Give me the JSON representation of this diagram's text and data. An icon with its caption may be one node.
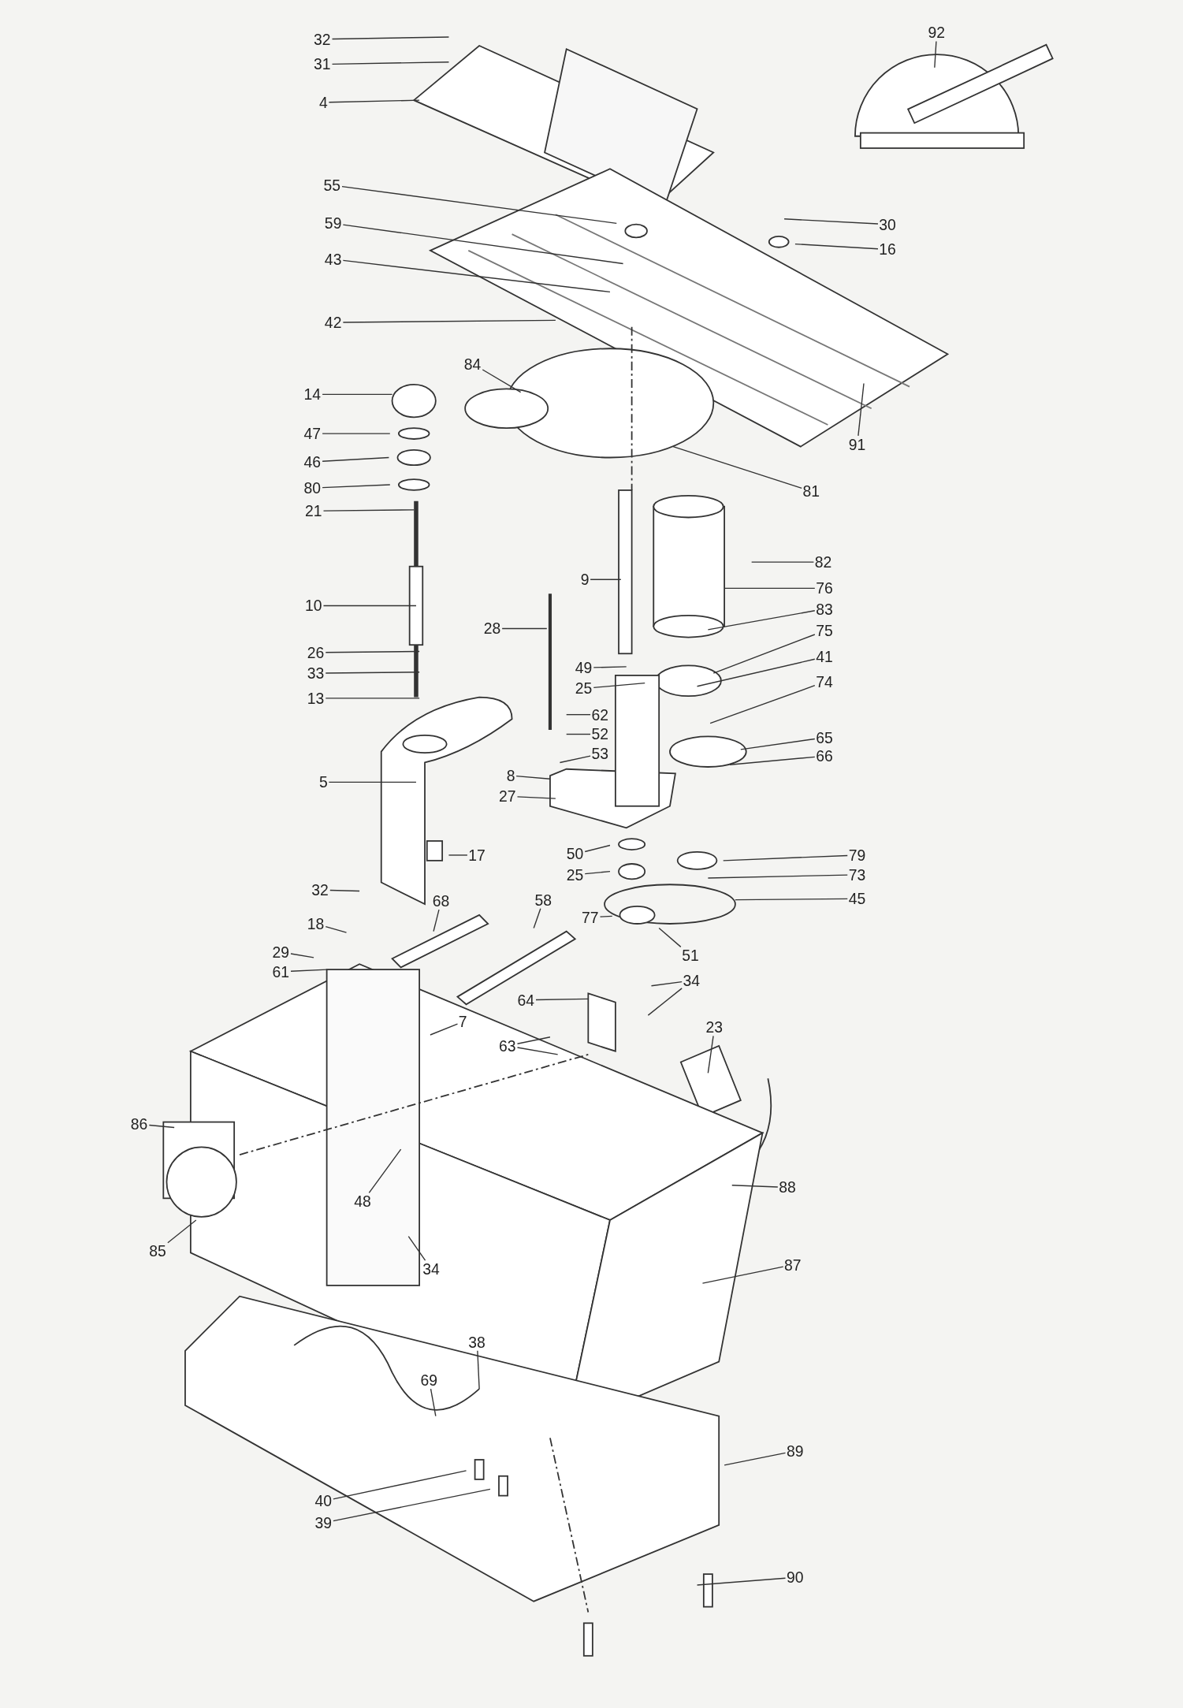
{
  "diagram": {
    "nodes": [
      {
        "text": [
          "32"
        ]
      },
      {
        "text": [
          "31"
        ]
      },
      {
        "text": [
          "4"
        ]
      },
      {
        "text": [
          "92"
        ]
      },
      {
        "text": [
          "55"
        ]
      },
      {
        "text": [
          "30"
        ]
      },
      {
        "text": [
          "59"
        ]
      },
      {
        "text": [
          "16"
        ]
      },
      {
        "text": [
          "43"
        ]
      },
      {
        "text": [
          "42"
        ]
      },
      {
        "text": [
          "84"
        ]
      },
      {
        "text": [
          "91"
        ]
      },
      {
        "text": [
          "14"
        ]
      },
      {
        "text": [
          "81"
        ]
      },
      {
        "text": [
          "47"
        ]
      },
      {
        "text": [
          "46"
        ]
      },
      {
        "text": [
          "80"
        ]
      },
      {
        "text": [
          "21"
        ]
      },
      {
        "text": [
          "82"
        ]
      },
      {
        "text": [
          "9"
        ]
      },
      {
        "text": [
          "76"
        ]
      },
      {
        "text": [
          "10"
        ]
      },
      {
        "text": [
          "28"
        ]
      },
      {
        "text": [
          "83"
        ]
      },
      {
        "text": [
          "75"
        ]
      },
      {
        "text": [
          "26"
        ]
      },
      {
        "text": [
          "49"
        ]
      },
      {
        "text": [
          "41"
        ]
      },
      {
        "text": [
          "33"
        ]
      },
      {
        "text": [
          "25"
        ]
      },
      {
        "text": [
          "13"
        ]
      },
      {
        "text": [
          "74"
        ]
      },
      {
        "text": [
          "62"
        ]
      },
      {
        "text": [
          "52"
        ]
      },
      {
        "text": [
          "65"
        ]
      },
      {
        "text": [
          "53"
        ]
      },
      {
        "text": [
          "66"
        ]
      },
      {
        "text": [
          "5"
        ]
      },
      {
        "text": [
          "8"
        ]
      },
      {
        "text": [
          "27"
        ]
      },
      {
        "text": [
          "17"
        ]
      },
      {
        "text": [
          "50"
        ]
      },
      {
        "text": [
          "79"
        ]
      },
      {
        "text": [
          "25"
        ]
      },
      {
        "text": [
          "73"
        ]
      },
      {
        "text": [
          "32"
        ]
      },
      {
        "text": [
          "45"
        ]
      },
      {
        "text": [
          "68"
        ]
      },
      {
        "text": [
          "58"
        ]
      },
      {
        "text": [
          "77"
        ]
      },
      {
        "text": [
          "51"
        ]
      },
      {
        "text": [
          "18"
        ]
      },
      {
        "text": [
          "29"
        ]
      },
      {
        "text": [
          "61"
        ]
      },
      {
        "text": [
          "34"
        ]
      },
      {
        "text": [
          "64"
        ]
      },
      {
        "text": [
          "7"
        ]
      },
      {
        "text": [
          "63"
        ]
      },
      {
        "text": [
          "23"
        ]
      },
      {
        "text": [
          "86"
        ]
      },
      {
        "text": [
          "88"
        ]
      },
      {
        "text": [
          "48"
        ]
      },
      {
        "text": [
          "85"
        ]
      },
      {
        "text": [
          "34"
        ]
      },
      {
        "text": [
          "87"
        ]
      },
      {
        "text": [
          "38"
        ]
      },
      {
        "text": [
          "69"
        ]
      },
      {
        "text": [
          "89"
        ]
      },
      {
        "text": [
          "40"
        ]
      },
      {
        "text": [
          "39"
        ]
      },
      {
        "text": [
          "90"
        ]
      }
    ],
    "edges": [
      {
        "from": 0,
        "to": null,
        "arrow": "none"
      },
      {
        "from": 1,
        "to": null,
        "arrow": "none"
      },
      {
        "from": 2,
        "to": null,
        "arrow": "none"
      },
      {
        "from": 3,
        "to": null,
        "arrow": "none"
      },
      {
        "from": 4,
        "to": null,
        "arrow": "none"
      },
      {
        "from": 5,
        "to": null,
        "arrow": "none"
      },
      {
        "from": 6,
        "to": null,
        "arrow": "none"
      },
      {
        "from": 7,
        "to": null,
        "arrow": "none"
      },
      {
        "from": 8,
        "to": null,
        "arrow": "none"
      },
      {
        "from": 9,
        "to": null,
        "arrow": "none"
      },
      {
        "from": 10,
        "to": null,
        "arrow": "none"
      },
      {
        "from": 11,
        "to": null,
        "arrow": "none"
      },
      {
        "from": 12,
        "to": null,
        "arrow": "none"
      },
      {
        "from": 13,
        "to": null,
        "arrow": "none"
      },
      {
        "from": 14,
        "to": null,
        "arrow": "none"
      },
      {
        "from": 15,
        "to": null,
        "arrow": "none"
      },
      {
        "from": 16,
        "to": null,
        "arrow": "none"
      },
      {
        "from": 17,
        "to": null,
        "arrow": "none"
      },
      {
        "from": 18,
        "to": null,
        "arrow": "none"
      },
      {
        "from": 19,
        "to": null,
        "arrow": "none"
      },
      {
        "from": 20,
        "to": null,
        "arrow": "none"
      },
      {
        "from": 21,
        "to": null,
        "arrow": "none"
      },
      {
        "from": 22,
        "to": null,
        "arrow": "none"
      },
      {
        "from": 23,
        "to": null,
        "arrow": "none"
      },
      {
        "from": 24,
        "to": null,
        "arrow": "none"
      },
      {
        "from": 25,
        "to": null,
        "arrow": "none"
      },
      {
        "from": 26,
        "to": null,
        "arrow": "none"
      },
      {
        "from": 27,
        "to": null,
        "arrow": "none"
      },
      {
        "from": 28,
        "to": null,
        "arrow": "none"
      },
      {
        "from": 29,
        "to": null,
        "arrow": "none"
      },
      {
        "from": 30,
        "to": null,
        "arrow": "none"
      },
      {
        "from": 31,
        "to": null,
        "arrow": "none"
      },
      {
        "from": 32,
        "to": null,
        "arrow": "none"
      },
      {
        "from": 33,
        "to": null,
        "arrow": "none"
      },
      {
        "from": 34,
        "to": null,
        "arrow": "none"
      },
      {
        "from": 35,
        "to": null,
        "arrow": "none"
      },
      {
        "from": 36,
        "to": null,
        "arrow": "none"
      },
      {
        "from": 37,
        "to": null,
        "arrow": "none"
      },
      {
        "from": 38,
        "to": null,
        "arrow": "none"
      },
      {
        "from": 39,
        "to": null,
        "arrow": "none"
      },
      {
        "from": 40,
        "to": null,
        "arrow": "none"
      },
      {
        "from": 41,
        "to": null,
        "arrow": "none"
      },
      {
        "from": 42,
        "to": null,
        "arrow": "none"
      },
      {
        "from": 43,
        "to": null,
        "arrow": "none"
      },
      {
        "from": 44,
        "to": null,
        "arrow": "none"
      },
      {
        "from": 45,
        "to": null,
        "arrow": "none"
      },
      {
        "from": 46,
        "to": null,
        "arrow": "none"
      },
      {
        "from": 47,
        "to": null,
        "arrow": "none"
      },
      {
        "from": 48,
        "to": null,
        "arrow": "none"
      },
      {
        "from": 49,
        "to": null,
        "arrow": "none"
      },
      {
        "from": 50,
        "to": null,
        "arrow": "none"
      },
      {
        "from": 51,
        "to": null,
        "arrow": "none"
      },
      {
        "from": 52,
        "to": null,
        "arrow": "none"
      },
      {
        "from": 53,
        "to": null,
        "arrow": "none"
      },
      {
        "from": 54,
        "to": null,
        "arrow": "none"
      },
      {
        "from": 54,
        "to": null,
        "arrow": "none"
      },
      {
        "from": 55,
        "to": null,
        "arrow": "none"
      },
      {
        "from": 56,
        "to": null,
        "arrow": "none"
      },
      {
        "from": 57,
        "to": null,
        "arrow": "none"
      },
      {
        "from": 57,
        "to": null,
        "arrow": "none"
      },
      {
        "from": 58,
        "to": null,
        "arrow": "none"
      },
      {
        "from": 59,
        "to": null,
        "arrow": "none"
      },
      {
        "from": 60,
        "to": null,
        "arrow": "none"
      },
      {
        "from": 61,
        "to": null,
        "arrow": "none"
      },
      {
        "from": 62,
        "to": null,
        "arrow": "none"
      },
      {
        "from": 63,
        "to": null,
        "arrow": "none"
      },
      {
        "from": 64,
        "to": null,
        "arrow": "none"
      },
      {
        "from": 65,
        "to": null,
        "arrow": "none"
      },
      {
        "from": 66,
        "to": null,
        "arrow": "none"
      },
      {
        "from": 67,
        "to": null,
        "arrow": "none"
      },
      {
        "from": 68,
        "to": null,
        "arrow": "none"
      },
      {
        "from": 69,
        "to": null,
        "arrow": "none"
      },
      {
        "from": 70,
        "to": null,
        "arrow": "none"
      }
    ]
  }
}
